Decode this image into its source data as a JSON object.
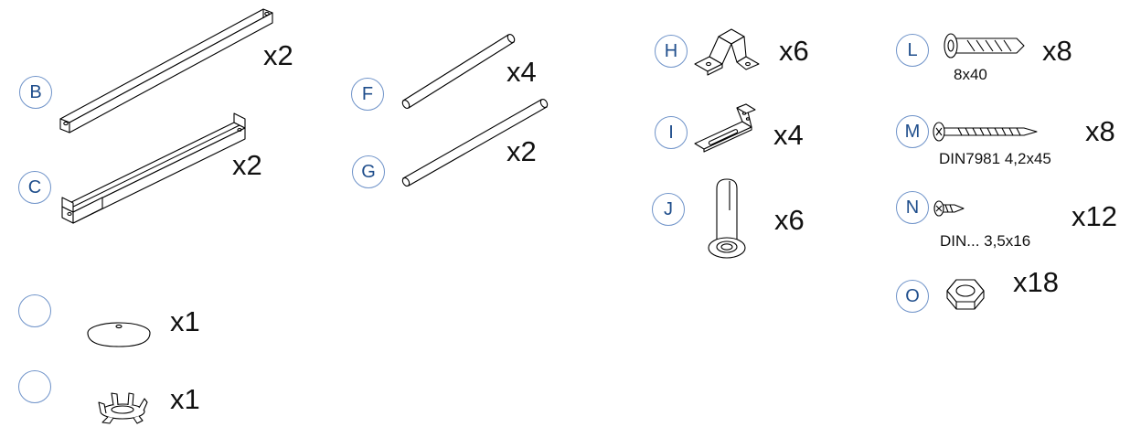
{
  "colors": {
    "badge_border": "#6f93c9",
    "badge_text": "#1f4e8c",
    "line": "#000000"
  },
  "parts": [
    {
      "id": "B",
      "letter": "B",
      "qty": "x2",
      "icon": "long-square-profile-icon"
    },
    {
      "id": "C",
      "letter": "C",
      "qty": "x2",
      "icon": "channel-profile-icon"
    },
    {
      "id": "F",
      "letter": "F",
      "qty": "x4",
      "icon": "short-tube-icon"
    },
    {
      "id": "G",
      "letter": "G",
      "qty": "x2",
      "icon": "long-tube-icon"
    },
    {
      "id": "H",
      "letter": "H",
      "qty": "x6",
      "icon": "bracket-clip-icon"
    },
    {
      "id": "I",
      "letter": "I",
      "qty": "x4",
      "icon": "flat-bracket-icon"
    },
    {
      "id": "J",
      "letter": "J",
      "qty": "x6",
      "icon": "sleeve-insert-icon"
    },
    {
      "id": "L",
      "letter": "L",
      "qty": "x8",
      "spec": "8x40",
      "icon": "wall-plug-icon"
    },
    {
      "id": "M",
      "letter": "M",
      "qty": "x8",
      "spec": "DIN7981 4,2x45",
      "icon": "long-screw-icon"
    },
    {
      "id": "N",
      "letter": "N",
      "qty": "x12",
      "spec": "DIN... 3,5x16",
      "icon": "short-screw-icon"
    },
    {
      "id": "O",
      "letter": "O",
      "qty": "x18",
      "icon": "hex-nut-icon"
    },
    {
      "id": "disc",
      "letter": "",
      "qty": "x1",
      "icon": "round-plate-icon"
    },
    {
      "id": "star",
      "letter": "",
      "qty": "x1",
      "icon": "star-washer-icon"
    }
  ]
}
